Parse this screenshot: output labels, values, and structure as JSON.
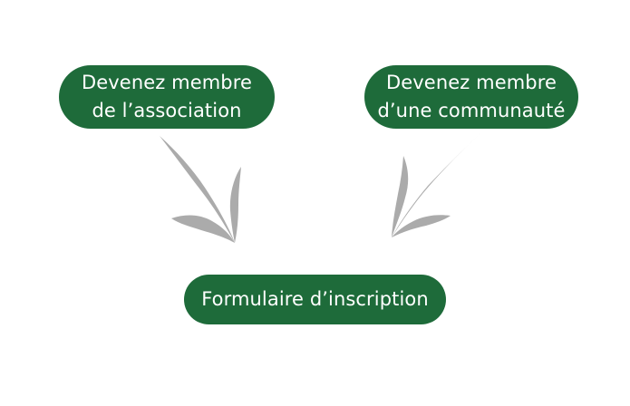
{
  "diagram": {
    "nodes": {
      "association": {
        "line1": "Devenez membre",
        "line2": "de l’association"
      },
      "communaute": {
        "line1": "Devenez membre",
        "line2": "d’une communauté"
      },
      "formulaire": {
        "label": "Formulaire d’inscription"
      }
    },
    "edges": [
      {
        "from": "association",
        "to": "formulaire"
      },
      {
        "from": "communaute",
        "to": "formulaire"
      }
    ],
    "colors": {
      "node_fill": "#1e6b3a",
      "node_text": "#ffffff",
      "arrow": "#ababab"
    }
  }
}
